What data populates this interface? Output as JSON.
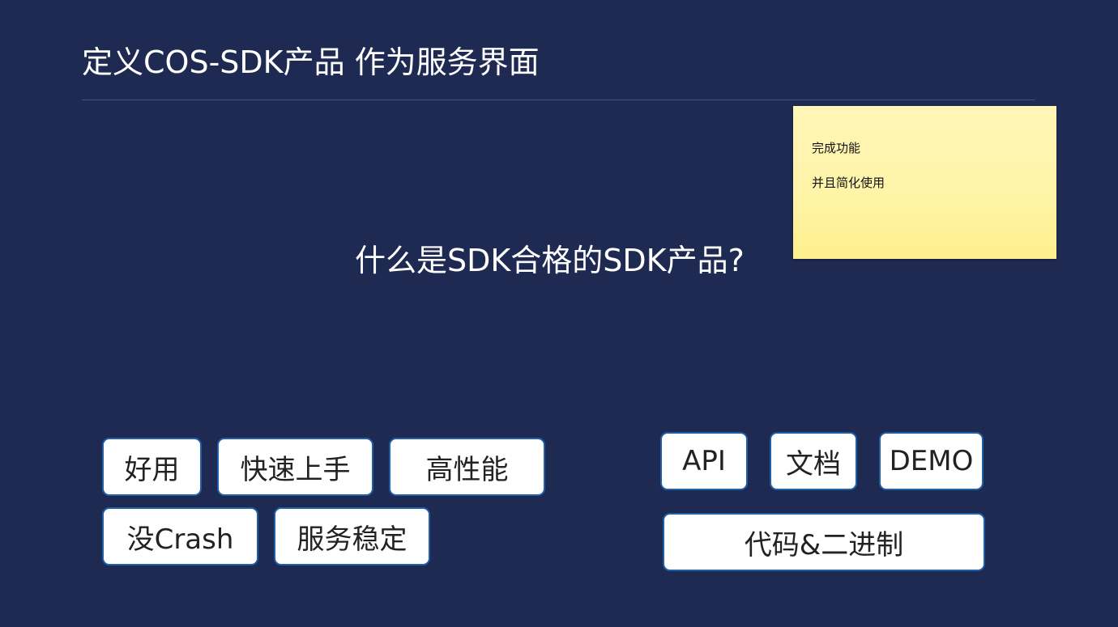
{
  "slide": {
    "title": "定义COS-SDK产品 作为服务界面",
    "question": "什么是SDK合格的SDK产品?",
    "note": {
      "lines": [
        "完成功能",
        "并且简化使用"
      ],
      "color": "#fff4a8"
    },
    "quality_tags": [
      "好用",
      "快速上手",
      "高性能",
      "没Crash",
      "服务稳定"
    ],
    "deliverable_tags": [
      "API",
      "文档",
      "DEMO",
      "代码&二进制"
    ],
    "colors": {
      "background": "#1e2a52",
      "tag_border": "#1f5fa8",
      "rule": "#2e5a8a"
    }
  }
}
